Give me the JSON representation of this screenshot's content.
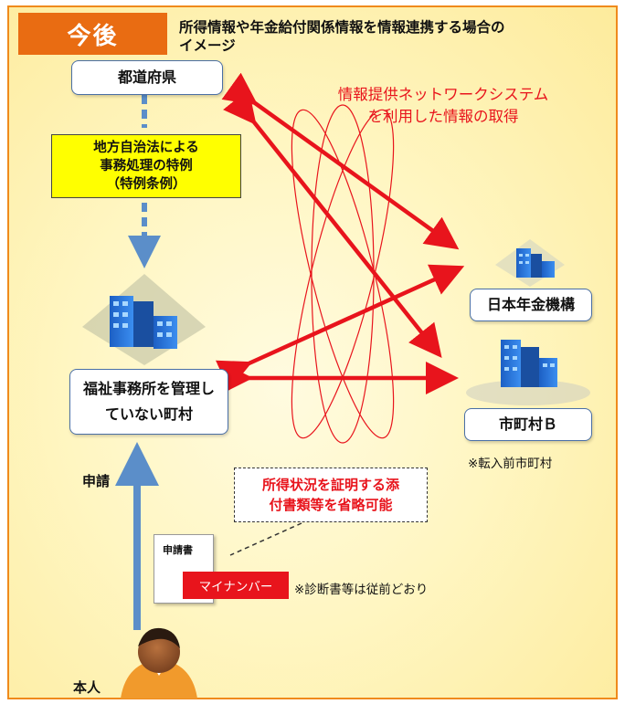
{
  "header": {
    "tag": "今後",
    "title_line1": "所得情報や年金給付関係情報を情報連携する場合の",
    "title_line2": "イメージ"
  },
  "nodes": {
    "prefecture": "都道府県",
    "pension": "日本年金機構",
    "town_line1": "福祉事務所を管理し",
    "town_line2": "ていない町村",
    "cityb": "市町村Ｂ"
  },
  "ordinance": {
    "line1": "地方自治法による",
    "line2": "事務処理の特例",
    "line3": "（特例条例）"
  },
  "network_caption": {
    "line1": "情報提供ネットワークシステム",
    "line2": "を利用した情報の取得"
  },
  "notes": {
    "transfer": "※転入前市町村",
    "diagnosis": "※診断書等は従前どおり"
  },
  "omission": {
    "line1": "所得状況を証明する添",
    "line2": "付書類等を省略可能"
  },
  "application": {
    "doc_label": "申請書",
    "mynumber": "マイナンバー",
    "arrow_label": "申請",
    "person_label": "本人"
  },
  "colors": {
    "frame_border": "#f08a1c",
    "tag_bg": "#e96c12",
    "red": "#e8141c",
    "blue_arrow": "#5b8ec9",
    "box_border": "#4a6fa5"
  }
}
